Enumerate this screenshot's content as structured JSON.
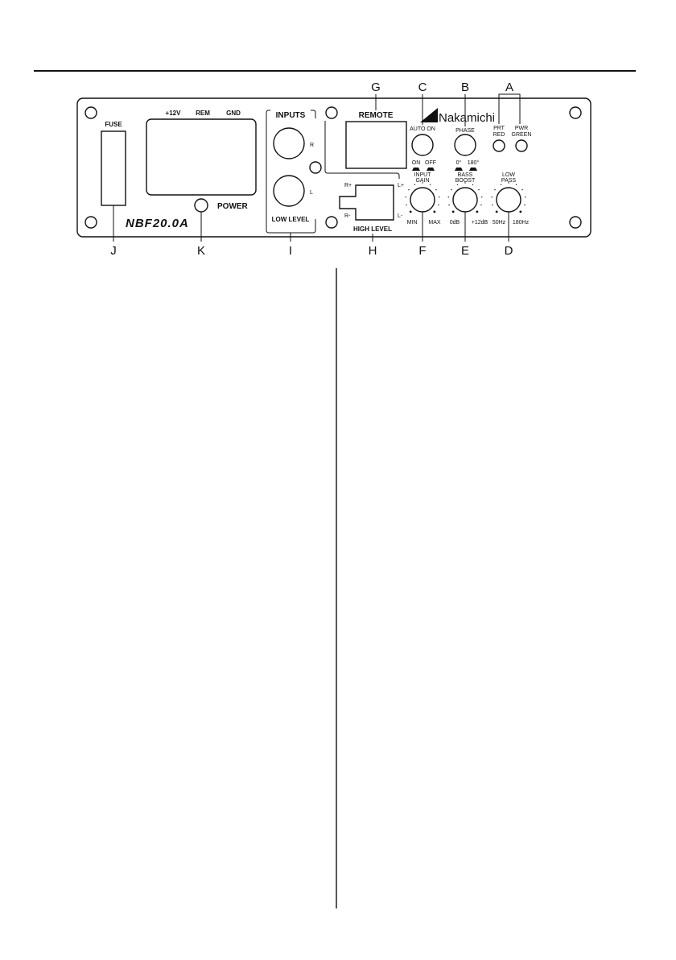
{
  "panel": {
    "fuse_label": "FUSE",
    "power_terminal_labels": [
      "+12V",
      "REM",
      "GND"
    ],
    "power_label": "POWER",
    "model": "NBF20.0A",
    "inputs_title": "INPUTS",
    "input_r": "R",
    "input_l": "L",
    "low_level_label": "LOW LEVEL",
    "remote_title": "REMOTE",
    "high_level_label": "HIGH  LEVEL",
    "high_r_plus": "R+",
    "high_r_minus": "R-",
    "high_l_plus": "L+",
    "high_l_minus": "L-",
    "brand": "Nakamichi",
    "auto_on_title": "AUTO ON",
    "auto_on_on": "ON",
    "auto_on_off": "OFF",
    "phase_title": "PHASE",
    "phase_0": "0°",
    "phase_180": "180°",
    "prt_top": "PRT",
    "prt_bottom": "RED",
    "pwr_top": "PWR",
    "pwr_bottom": "GREEN",
    "gain_title_1": "INPUT",
    "gain_title_2": "GAIN",
    "gain_min": "MIN",
    "gain_max": "MAX",
    "bass_title_1": "BASS",
    "bass_title_2": "BOOST",
    "bass_min": "0dB",
    "bass_max": "+12dB",
    "lowpass_title_1": "LOW",
    "lowpass_title_2": "PASS",
    "lowpass_min": "50Hz",
    "lowpass_max": "180Hz"
  },
  "callouts": {
    "top": [
      "G",
      "C",
      "B",
      "A"
    ],
    "bottom": [
      "J",
      "K",
      "I",
      "H",
      "F",
      "E",
      "D"
    ]
  }
}
